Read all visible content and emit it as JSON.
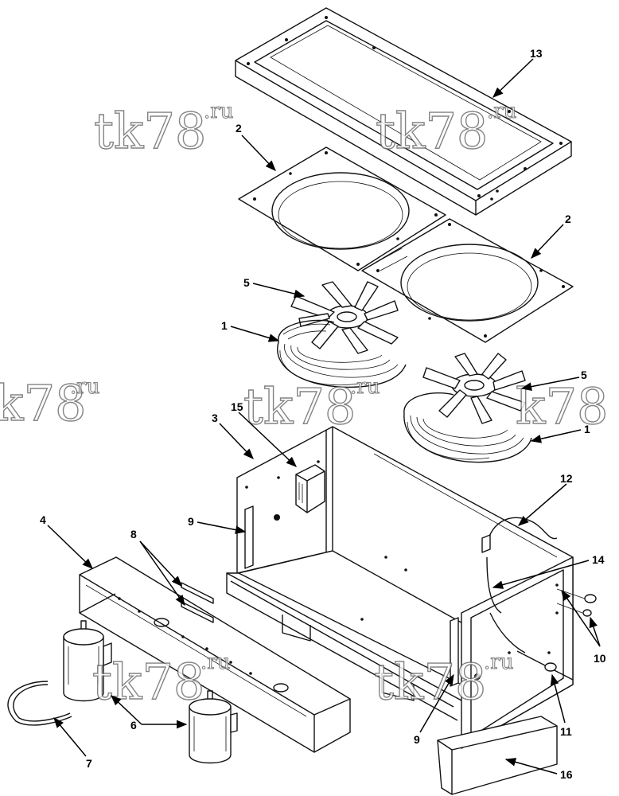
{
  "callouts": {
    "c1a": "1",
    "c1b": "1",
    "c2a": "2",
    "c2b": "2",
    "c3": "3",
    "c4": "4",
    "c5a": "5",
    "c5b": "5",
    "c6": "6",
    "c7": "7",
    "c8": "8",
    "c9a": "9",
    "c9b": "9",
    "c10": "10",
    "c11": "11",
    "c12": "12",
    "c13": "13",
    "c14": "14",
    "c15": "15",
    "c16": "16"
  },
  "watermark": {
    "main": "tk78",
    "suffix": ".ru",
    "partial": "k78"
  },
  "colors": {
    "line": "#111111",
    "background": "#ffffff",
    "watermark": "#666666"
  }
}
